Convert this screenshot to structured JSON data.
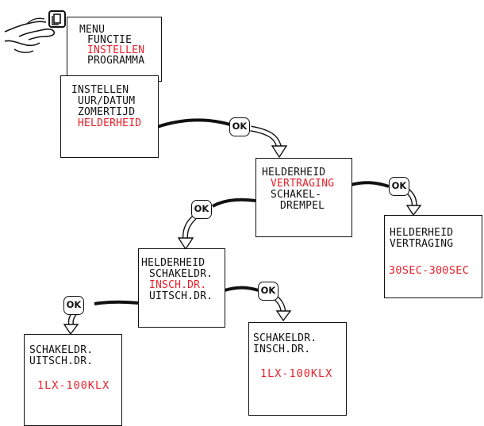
{
  "screens": {
    "menu": {
      "lines": [
        "MENU",
        "FUNCTIE",
        "INSTELLEN",
        "PROGRAMMA"
      ]
    },
    "instellen": {
      "lines": [
        "INSTELLEN",
        "UUR/DATUM",
        "ZOMERTIJD",
        "HELDERHEID"
      ]
    },
    "helderheid": {
      "lines": [
        "HELDERHEID",
        "VERTRAGING",
        "SCHAKEL-",
        "DREMPEL"
      ]
    },
    "vertraging": {
      "lines": [
        "HELDERHEID",
        "VERTRAGING"
      ],
      "value": "30SEC-300SEC"
    },
    "schakeldrempel": {
      "lines": [
        "HELDERHEID",
        "SCHAKELDR.",
        "INSCH.DR.",
        "UITSCH.DR."
      ]
    },
    "uitschakel": {
      "lines": [
        "SCHAKELDR.",
        "UITSCH.DR."
      ],
      "value": "1LX-100KLX"
    },
    "inschakel": {
      "lines": [
        "SCHAKELDR.",
        "INSCH.DR."
      ],
      "value": "1LX-100KLX"
    }
  },
  "ok_button_label": "OK",
  "colors": {
    "highlight": "#e8202a",
    "ink": "#111111"
  },
  "icons": [
    "hand-pressing-menu-button-icon",
    "menu-button-icon"
  ]
}
